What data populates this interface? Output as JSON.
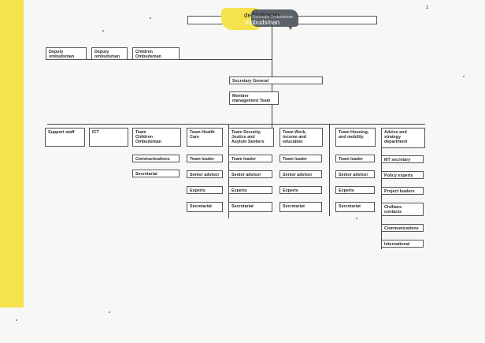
{
  "page_number": "1",
  "logo": {
    "line1": "de Nationale",
    "line2": "ombudsman",
    "line3": "Nationale Ombudsman"
  },
  "colors": {
    "accent": "#f6e24d",
    "logo_grey": "#5b6168",
    "line": "#444444"
  },
  "deputies": [
    "Deputy\nombudsman",
    "Deputy\nombudsman",
    "Children\nOmbudsman"
  ],
  "secretary_general": "Secretary General",
  "member_management_team": "Member\nmanagement Team",
  "columns": {
    "support_staff": "Support staff",
    "ict": "ICT",
    "children": {
      "title": "Team\nChildren\nOmbudsman",
      "items": [
        "Communications",
        "Secretariat"
      ]
    },
    "health": {
      "title": "Team Health\nCare",
      "items": [
        "Team leader",
        "Senior advisor",
        "Experts",
        "Secretariat"
      ]
    },
    "security": {
      "title": "Team Security,\nJustice and\nAsylum Seekers",
      "items": [
        "Team leader",
        "Senior advisor",
        "Experts",
        "Secretariat"
      ]
    },
    "work": {
      "title": "Team Work,\nincome and\neducation",
      "items": [
        "Team leader",
        "Senior advisor",
        "Experts",
        "Secretariat"
      ]
    },
    "housing": {
      "title": "Team Housing,\nand mobility",
      "items": [
        "Team leader",
        "Senior advisor",
        "Experts",
        "Secretariat"
      ]
    },
    "advice": {
      "title": "Advice and\nstrategy\ndepartment",
      "items": [
        "MT secretary",
        "Policy experts",
        "Project leaders",
        "Civilians\ncontacts",
        "Communications",
        "International"
      ]
    }
  }
}
